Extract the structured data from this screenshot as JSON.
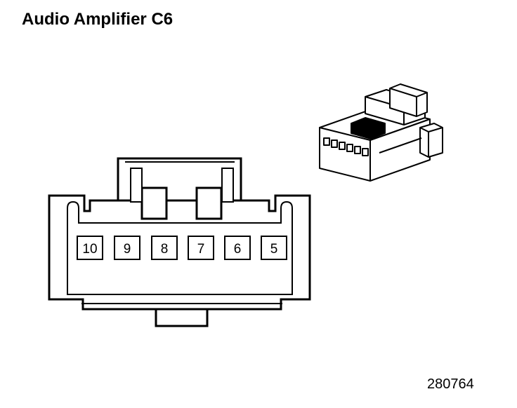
{
  "title": "Audio Amplifier C6",
  "figure_id": "280764",
  "connector": {
    "cavities": [
      "10",
      "9",
      "8",
      "7",
      "6",
      "5"
    ]
  },
  "colors": {
    "line": "#000000",
    "fill": "#ffffff"
  }
}
